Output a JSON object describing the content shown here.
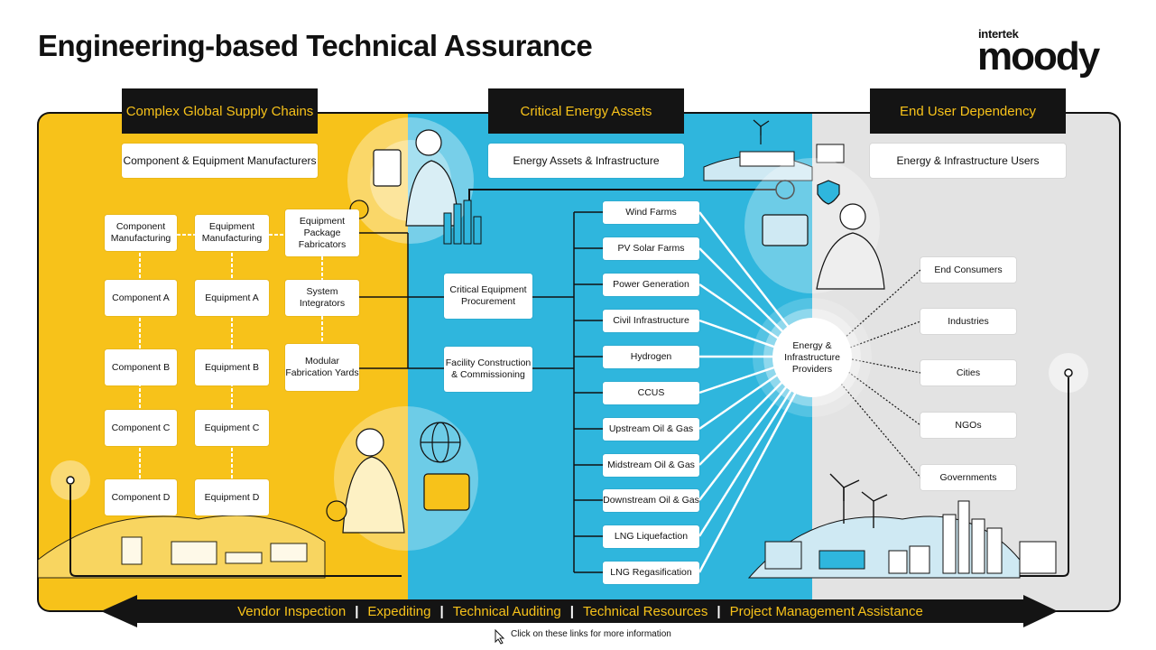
{
  "title": "Engineering-based Technical Assurance",
  "logo": {
    "small": "intertek",
    "big": "moody",
    "colors": {
      "accent": "#f5c400"
    }
  },
  "colors": {
    "yellow": "#f7c21a",
    "blue": "#2fb6dd",
    "grey": "#e3e3e3",
    "dark": "#141414"
  },
  "headers": {
    "supply": "Complex Global Supply Chains",
    "energy": "Critical Energy Assets",
    "end_user": "End User Dependency"
  },
  "subheaders": {
    "supply": "Component & Equipment Manufacturers",
    "energy": "Energy Assets & Infrastructure",
    "end_user": "Energy & Infrastructure Users"
  },
  "supply": {
    "components": [
      "Component Manufacturing",
      "Component A",
      "Component B",
      "Component C",
      "Component D"
    ],
    "equipment": [
      "Equipment Manufacturing",
      "Equipment A",
      "Equipment B",
      "Equipment C",
      "Equipment D"
    ],
    "fabrication": [
      "Equipment Package Fabricators",
      "System Integrators",
      "Modular Fabrication Yards"
    ]
  },
  "middle": [
    "Critical Equipment Procurement",
    "Facility Construction & Commissioning"
  ],
  "assets": [
    "Wind Farms",
    "PV Solar Farms",
    "Power Generation",
    "Civil Infrastructure",
    "Hydrogen",
    "CCUS",
    "Upstream Oil & Gas",
    "Midstream Oil & Gas",
    "Downstream Oil & Gas",
    "LNG Liquefaction",
    "LNG Regasification"
  ],
  "hub": "Energy & Infrastructure Providers",
  "users": [
    "End Consumers",
    "Industries",
    "Cities",
    "NGOs",
    "Governments"
  ],
  "services": [
    "Vendor Inspection",
    "Expediting",
    "Technical Auditing",
    "Technical Resources",
    "Project Management Assistance"
  ],
  "separator": "|",
  "note": "Click on these links for more information",
  "icons": [
    "engineer-icon",
    "industrial-skyline-icon",
    "wind-turbine-icon",
    "city-skyline-icon",
    "globe-icon",
    "shield-icon",
    "cursor-icon"
  ]
}
